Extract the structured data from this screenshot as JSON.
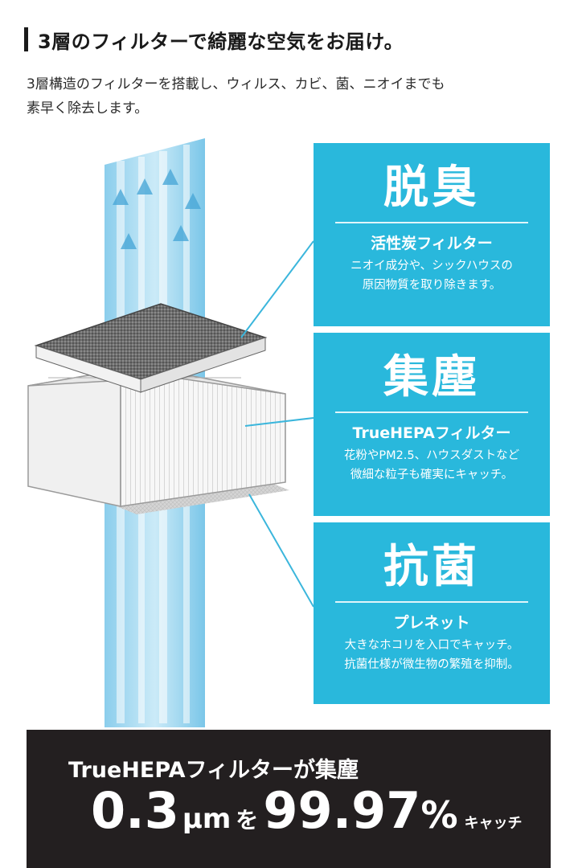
{
  "heading": "3層のフィルターで綺麗な空気をお届け。",
  "intro": {
    "line1": "3層構造のフィルターを搭載し、ウィルス、カビ、菌、ニオイまでも",
    "line2": "素早く除去します。"
  },
  "colors": {
    "card_bg": "#29b8dc",
    "panel_bg": "#231f20",
    "text": "#1a1a1a"
  },
  "cards": [
    {
      "title": "脱臭",
      "subtitle": "活性炭フィルター",
      "desc1": "ニオイ成分や、シックハウスの",
      "desc2": "原因物質を取り除きます。"
    },
    {
      "title": "集塵",
      "subtitle": "TrueHEPAフィルター",
      "desc1": "花粉やPM2.5、ハウスダストなど",
      "desc2": "微細な粒子も確実にキャッチ。"
    },
    {
      "title": "抗菌",
      "subtitle": "プレネット",
      "desc1": "大きなホコリを入口でキャッチ。",
      "desc2": "抗菌仕様が微生物の繁殖を抑制。"
    }
  ],
  "catch_panel": {
    "line1": "TrueHEPAフィルターが集塵",
    "size_value": "0.3",
    "size_unit": "μm",
    "particle": "を",
    "percent_value": "99.97",
    "percent_sign": "%",
    "verb": "キャッチ"
  }
}
